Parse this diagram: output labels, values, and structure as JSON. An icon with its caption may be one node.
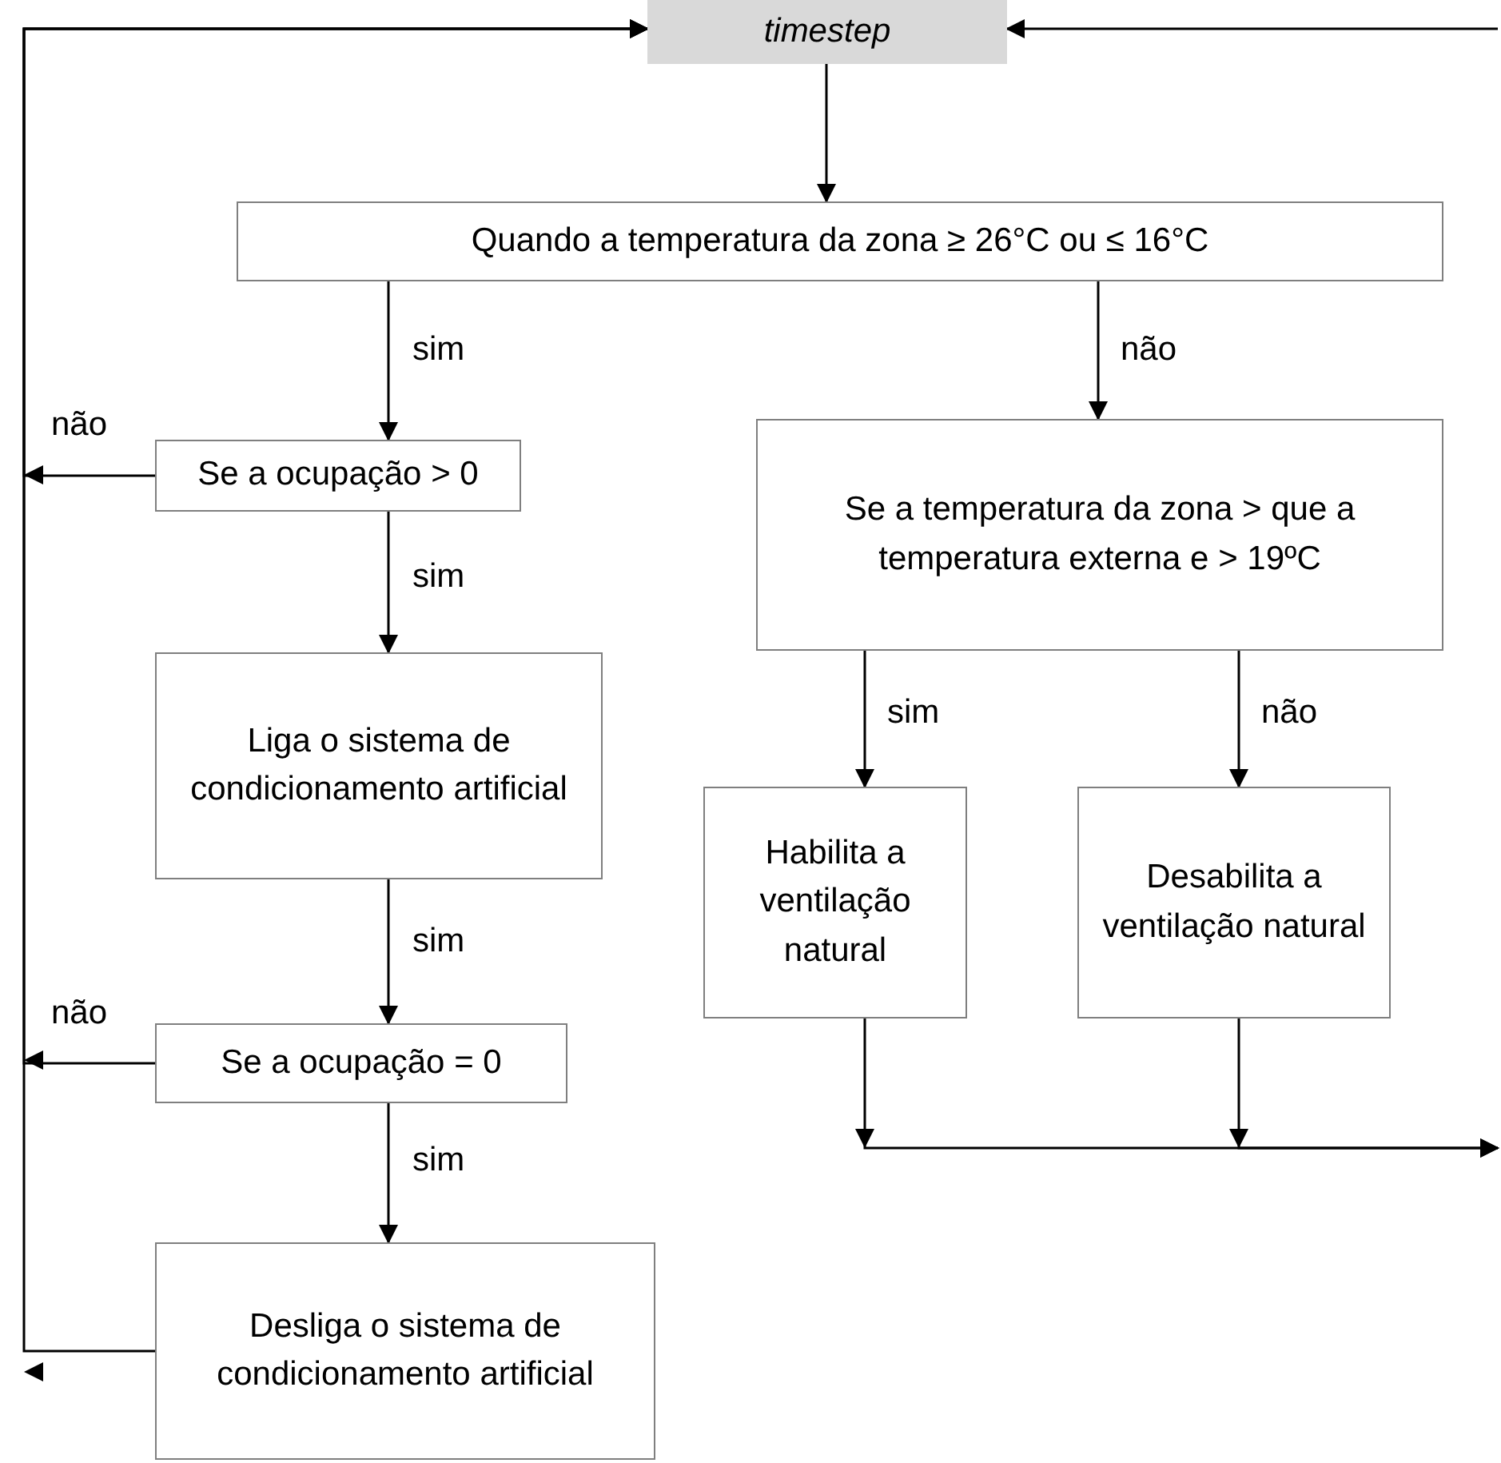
{
  "diagram": {
    "nodes": [
      {
        "text": [
          "timestep"
        ]
      },
      {
        "text": [
          "Quando a temperatura da zona ≥ 26°C ou ≤ 16°C"
        ]
      },
      {
        "text": [
          "Se a ocupação > 0"
        ]
      },
      {
        "text": [
          "Se a temperatura da zona > que a temperatura externa e > 19ºC"
        ]
      },
      {
        "text": [
          "Liga o sistema de condicionamento artificial"
        ]
      },
      {
        "text": [
          "Habilita a ventilação natural"
        ]
      },
      {
        "text": [
          "Desabilita a ventilação natural"
        ]
      },
      {
        "text": [
          "Se a ocupação = 0"
        ]
      },
      {
        "text": [
          "Desliga o sistema de condicionamento artificial"
        ]
      }
    ],
    "edges": [
      {
        "from": 0,
        "to": 1,
        "arrow": "to"
      },
      {
        "from": 1,
        "to": 2,
        "arrow": "to",
        "label": "sim"
      },
      {
        "from": 1,
        "to": 3,
        "arrow": "to",
        "label": "não"
      },
      {
        "from": 2,
        "to": 4,
        "arrow": "to",
        "label": "sim"
      },
      {
        "from": 4,
        "to": 7,
        "arrow": "to",
        "label": "sim"
      },
      {
        "from": 7,
        "to": 8,
        "arrow": "to",
        "label": "sim"
      },
      {
        "from": 3,
        "to": 5,
        "arrow": "to",
        "label": "sim"
      },
      {
        "from": 3,
        "to": 6,
        "arrow": "to",
        "label": "não"
      },
      {
        "from": 2,
        "to": 0,
        "arrow": "to",
        "label": "não"
      },
      {
        "from": 7,
        "to": 0,
        "arrow": "to",
        "label": "não"
      },
      {
        "from": 8,
        "to": 0,
        "arrow": "to"
      },
      {
        "from": 5,
        "to": null,
        "arrow": "to"
      },
      {
        "from": 6,
        "to": null,
        "arrow": "to"
      },
      {
        "from": null,
        "to": 0,
        "arrow": "to"
      }
    ]
  }
}
